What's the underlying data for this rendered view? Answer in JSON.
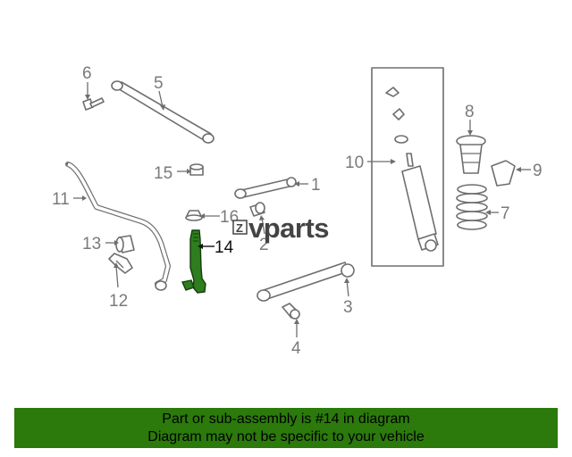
{
  "diagram": {
    "logo": {
      "text": "vparts",
      "mark": "Z"
    },
    "callouts": {
      "p1": "1",
      "p2": "2",
      "p3": "3",
      "p4": "4",
      "p5": "5",
      "p6": "6",
      "p7": "7",
      "p8": "8",
      "p9": "9",
      "p10": "10",
      "p11": "11",
      "p12": "12",
      "p13": "13",
      "p14": "14",
      "p15": "15",
      "p16": "16"
    },
    "highlighted_part": "14",
    "highlight_color": "#2e7d1e"
  },
  "banner": {
    "line1": "Part or sub-assembly is #14 in diagram",
    "line2": "Diagram may not be specific to your vehicle",
    "background": "#2b7a0b"
  }
}
